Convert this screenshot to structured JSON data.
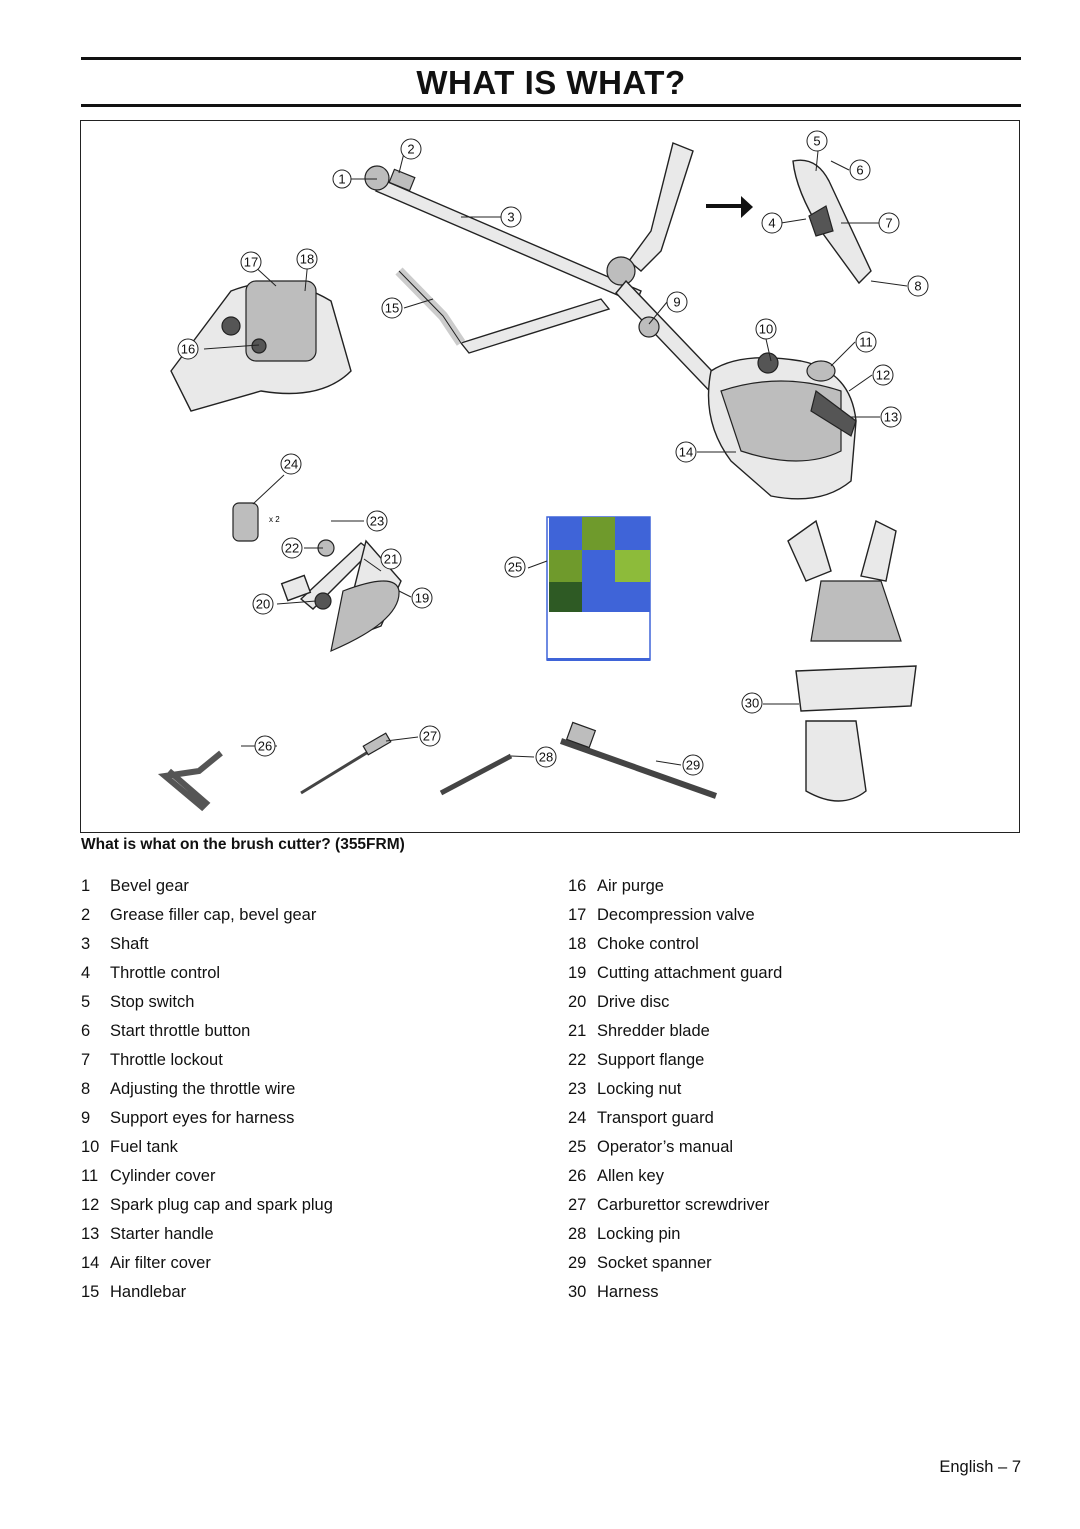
{
  "page": {
    "title": "WHAT IS WHAT?",
    "caption": "What is what on the brush cutter? (355FRM)",
    "footer": "English – 7"
  },
  "figure": {
    "callouts": [
      "1",
      "2",
      "3",
      "4",
      "5",
      "6",
      "7",
      "8",
      "9",
      "10",
      "11",
      "12",
      "13",
      "14",
      "15",
      "16",
      "17",
      "18",
      "19",
      "20",
      "21",
      "22",
      "23",
      "24",
      "25",
      "26",
      "27",
      "28",
      "29",
      "30"
    ],
    "transport_guard_qty": "x 2"
  },
  "parts_left": [
    {
      "num": "1",
      "label": "Bevel gear"
    },
    {
      "num": "2",
      "label": "Grease filler cap, bevel gear"
    },
    {
      "num": "3",
      "label": "Shaft"
    },
    {
      "num": "4",
      "label": "Throttle control"
    },
    {
      "num": "5",
      "label": "Stop switch"
    },
    {
      "num": "6",
      "label": "Start throttle button"
    },
    {
      "num": "7",
      "label": "Throttle lockout"
    },
    {
      "num": "8",
      "label": "Adjusting the throttle wire"
    },
    {
      "num": "9",
      "label": "Support eyes for harness"
    },
    {
      "num": "10",
      "label": "Fuel tank"
    },
    {
      "num": "11",
      "label": "Cylinder cover"
    },
    {
      "num": "12",
      "label": "Spark plug cap and spark plug"
    },
    {
      "num": "13",
      "label": "Starter handle"
    },
    {
      "num": "14",
      "label": "Air filter cover"
    },
    {
      "num": "15",
      "label": "Handlebar"
    }
  ],
  "parts_right": [
    {
      "num": "16",
      "label": "Air purge"
    },
    {
      "num": "17",
      "label": "Decompression valve"
    },
    {
      "num": "18",
      "label": "Choke control"
    },
    {
      "num": "19",
      "label": "Cutting attachment guard"
    },
    {
      "num": "20",
      "label": "Drive disc"
    },
    {
      "num": "21",
      "label": "Shredder blade"
    },
    {
      "num": "22",
      "label": "Support flange"
    },
    {
      "num": "23",
      "label": "Locking nut"
    },
    {
      "num": "24",
      "label": "Transport guard"
    },
    {
      "num": "25",
      "label": "Operator’s manual"
    },
    {
      "num": "26",
      "label": "Allen key"
    },
    {
      "num": "27",
      "label": "Carburettor screwdriver"
    },
    {
      "num": "28",
      "label": "Locking pin"
    },
    {
      "num": "29",
      "label": "Socket spanner"
    },
    {
      "num": "30",
      "label": "Harness"
    }
  ],
  "colors": {
    "manual_blue": "#3f64d8",
    "manual_green": "#6f9a2c"
  }
}
